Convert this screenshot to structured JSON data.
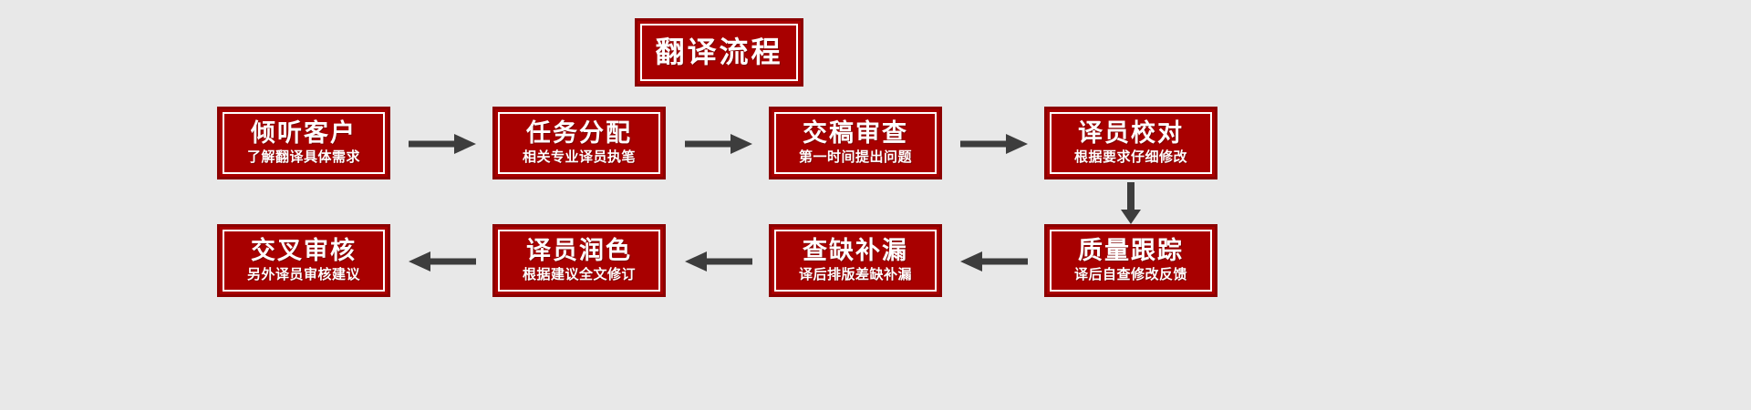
{
  "diagram": {
    "title": "翻译流程",
    "background_color": "#e8e8e8",
    "box_fill_color": "#a80000",
    "box_border_color": "#8c0000",
    "box_inner_border_color": "#ffffff",
    "text_color": "#ffffff",
    "arrow_color": "#3d3d3d",
    "nodes": [
      {
        "id": "step1",
        "title": "倾听客户",
        "subtitle": "了解翻译具体需求"
      },
      {
        "id": "step2",
        "title": "任务分配",
        "subtitle": "相关专业译员执笔"
      },
      {
        "id": "step3",
        "title": "交稿审查",
        "subtitle": "第一时间提出问题"
      },
      {
        "id": "step4",
        "title": "译员校对",
        "subtitle": "根据要求仔细修改"
      },
      {
        "id": "step5",
        "title": "质量跟踪",
        "subtitle": "译后自查修改反馈"
      },
      {
        "id": "step6",
        "title": "查缺补漏",
        "subtitle": "译后排版差缺补漏"
      },
      {
        "id": "step7",
        "title": "译员润色",
        "subtitle": "根据建议全文修订"
      },
      {
        "id": "step8",
        "title": "交叉审核",
        "subtitle": "另外译员审核建议"
      }
    ],
    "connectors": [
      {
        "id": "c1",
        "from": "step1",
        "to": "step2",
        "direction": "right"
      },
      {
        "id": "c2",
        "from": "step2",
        "to": "step3",
        "direction": "right"
      },
      {
        "id": "c3",
        "from": "step3",
        "to": "step4",
        "direction": "right"
      },
      {
        "id": "c4",
        "from": "step4",
        "to": "step5",
        "direction": "down"
      },
      {
        "id": "c5",
        "from": "step5",
        "to": "step6",
        "direction": "left"
      },
      {
        "id": "c6",
        "from": "step6",
        "to": "step7",
        "direction": "left"
      },
      {
        "id": "c7",
        "from": "step7",
        "to": "step8",
        "direction": "left"
      }
    ]
  }
}
